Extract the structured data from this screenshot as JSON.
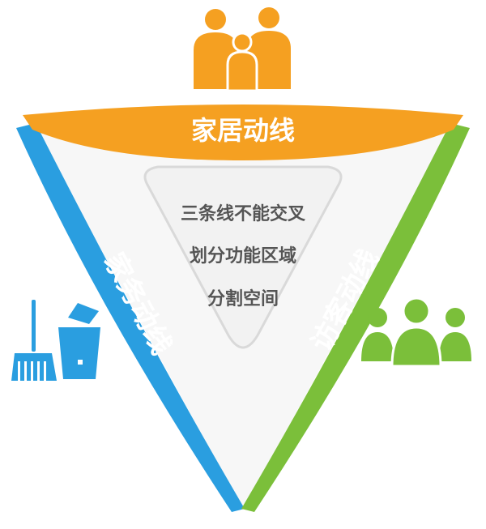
{
  "colors": {
    "orange": "#f5a021",
    "blue": "#2a9ee0",
    "green": "#7bbf3a",
    "center_text": "#555555",
    "inner_fill": "#f2f2f2"
  },
  "edges": {
    "top": {
      "label": "家居动线",
      "color": "orange"
    },
    "left": {
      "label": "家务动线",
      "color": "blue"
    },
    "right": {
      "label": "访客动线",
      "color": "green"
    }
  },
  "center": {
    "lines": [
      "三条线不能交叉",
      "划分功能区域",
      "分割空间"
    ]
  },
  "icons": {
    "top": "family-icon",
    "left": "cleaning-tools-icon",
    "right": "visitors-group-icon"
  }
}
